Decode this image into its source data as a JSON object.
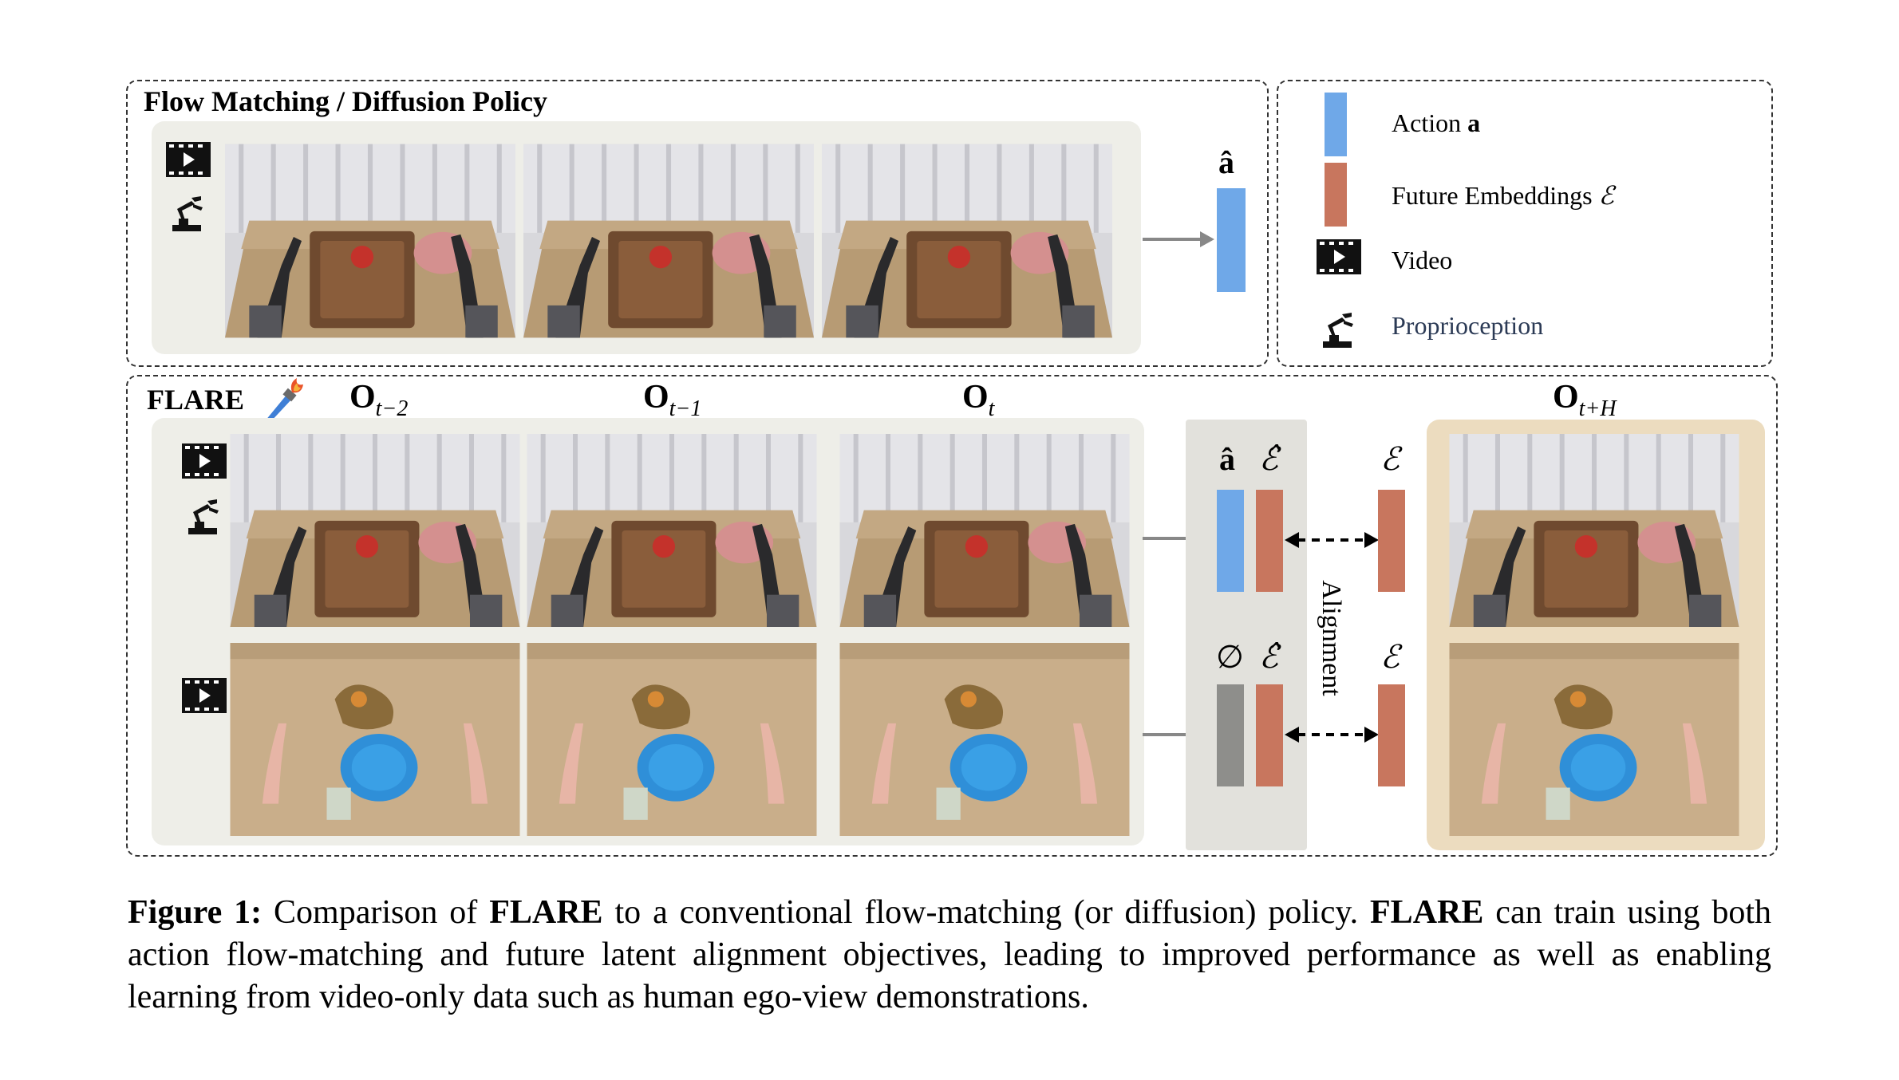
{
  "top_section": {
    "title": "Flow Matching / Diffusion Policy",
    "output_symbol": "â"
  },
  "legend": {
    "action_label": "Action",
    "action_symbol": "a",
    "future_label": "Future Embeddings",
    "future_symbol": "ℰ",
    "video_label": "Video",
    "proprio_label": "Proprioception"
  },
  "flare_section": {
    "title": "FLARE",
    "obs_labels": [
      {
        "base": "O",
        "sub": "t−2"
      },
      {
        "base": "O",
        "sub": "t−1"
      },
      {
        "base": "O",
        "sub": "t"
      },
      {
        "base": "O",
        "sub": "t+H"
      }
    ],
    "row1_symbols": {
      "action": "â",
      "pred": "ℰ̂",
      "target": "ℰ"
    },
    "row2_symbols": {
      "null": "∅",
      "pred": "ℰ̂",
      "target": "ℰ"
    },
    "alignment_label": "Alignment"
  },
  "caption": {
    "prefix": "Figure 1:",
    "part1": " Comparison of ",
    "bold1": "FLARE",
    "part2": " to a conventional flow-matching (or diffusion) policy. ",
    "bold2": "FLARE",
    "part3": " can train using both action flow-matching and future latent alignment objectives, leading to improved performance as well as enabling learning from video-only data such as human ego-view demonstrations."
  },
  "colors": {
    "action_blue": "#6fa8e8",
    "future_rust": "#c8765e",
    "null_gray": "#8e8e8b",
    "panel_gray": "#eeeee8",
    "target_panel": "#ecdcbf"
  },
  "icons": [
    "video-icon",
    "robot-arm-icon",
    "torch-icon"
  ]
}
